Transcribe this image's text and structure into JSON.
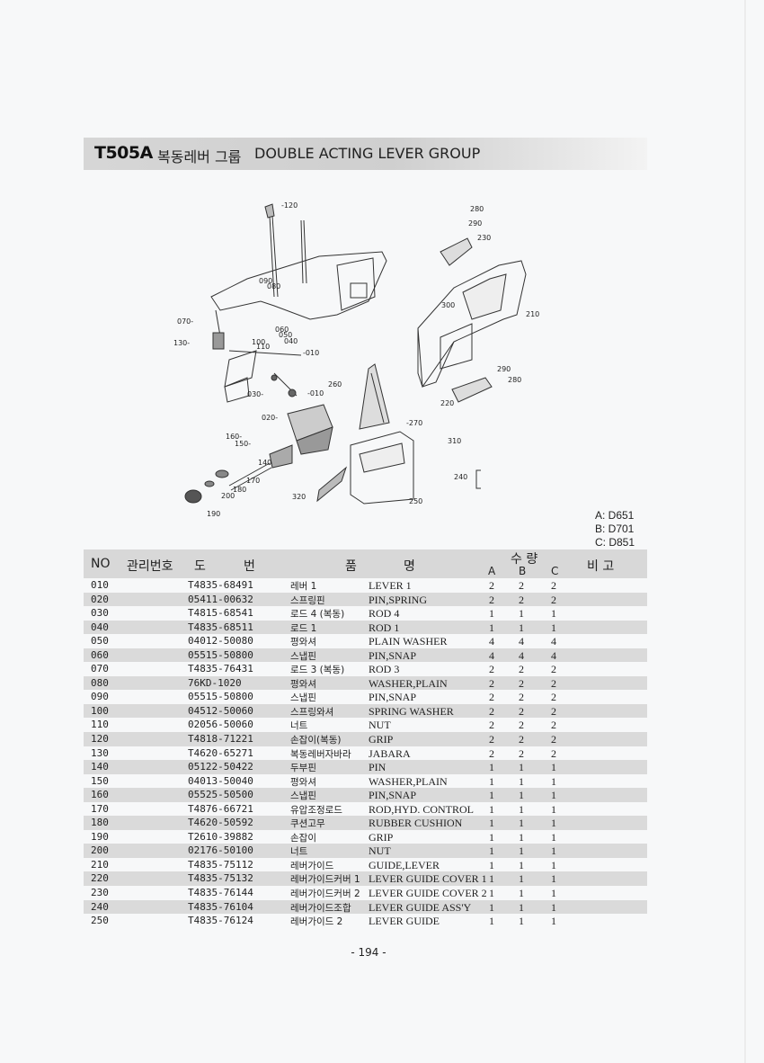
{
  "title": {
    "code": "T505A",
    "korean": "복동레버 그룹",
    "english": "DOUBLE ACTING LEVER GROUP"
  },
  "legend": [
    "A: D651",
    "B: D701",
    "C: D851"
  ],
  "table_header": {
    "no": "NO",
    "mgmt": "관리번호",
    "drawing_1": "도",
    "drawing_2": "번",
    "name_1": "품",
    "name_2": "명",
    "qty": "수 량",
    "qty_a": "A",
    "qty_b": "B",
    "qty_c": "C",
    "remarks": "비 고"
  },
  "rows": [
    {
      "no": "010",
      "part": "T4835-68491",
      "ko": "레버 1",
      "en": "LEVER 1",
      "a": "2",
      "b": "2",
      "c": "2"
    },
    {
      "no": "020",
      "part": "05411-00632",
      "ko": "스프링핀",
      "en": "PIN,SPRING",
      "a": "2",
      "b": "2",
      "c": "2"
    },
    {
      "no": "030",
      "part": "T4815-68541",
      "ko": "로드 4 (복동)",
      "en": "ROD 4",
      "a": "1",
      "b": "1",
      "c": "1"
    },
    {
      "no": "040",
      "part": "T4835-68511",
      "ko": "로드 1",
      "en": "ROD 1",
      "a": "1",
      "b": "1",
      "c": "1"
    },
    {
      "no": "050",
      "part": "04012-50080",
      "ko": "평와셔",
      "en": "PLAIN WASHER",
      "a": "4",
      "b": "4",
      "c": "4"
    },
    {
      "no": "060",
      "part": "05515-50800",
      "ko": "스냅핀",
      "en": "PIN,SNAP",
      "a": "4",
      "b": "4",
      "c": "4"
    },
    {
      "no": "070",
      "part": "T4835-76431",
      "ko": "로드 3 (복동)",
      "en": "ROD 3",
      "a": "2",
      "b": "2",
      "c": "2"
    },
    {
      "no": "080",
      "part": "76KD-1020",
      "ko": "평와셔",
      "en": "WASHER,PLAIN",
      "a": "2",
      "b": "2",
      "c": "2"
    },
    {
      "no": "090",
      "part": "05515-50800",
      "ko": "스냅핀",
      "en": "PIN,SNAP",
      "a": "2",
      "b": "2",
      "c": "2"
    },
    {
      "no": "100",
      "part": "04512-50060",
      "ko": "스프링와셔",
      "en": "SPRING WASHER",
      "a": "2",
      "b": "2",
      "c": "2"
    },
    {
      "no": "110",
      "part": "02056-50060",
      "ko": "너트",
      "en": "NUT",
      "a": "2",
      "b": "2",
      "c": "2"
    },
    {
      "no": "120",
      "part": "T4818-71221",
      "ko": "손잡이(복동)",
      "en": "GRIP",
      "a": "2",
      "b": "2",
      "c": "2"
    },
    {
      "no": "130",
      "part": "T4620-65271",
      "ko": "복동레버자바라",
      "en": "JABARA",
      "a": "2",
      "b": "2",
      "c": "2"
    },
    {
      "no": "140",
      "part": "05122-50422",
      "ko": "두부핀",
      "en": "PIN",
      "a": "1",
      "b": "1",
      "c": "1"
    },
    {
      "no": "150",
      "part": "04013-50040",
      "ko": "평와셔",
      "en": "WASHER,PLAIN",
      "a": "1",
      "b": "1",
      "c": "1"
    },
    {
      "no": "160",
      "part": "05525-50500",
      "ko": "스냅핀",
      "en": "PIN,SNAP",
      "a": "1",
      "b": "1",
      "c": "1"
    },
    {
      "no": "170",
      "part": "T4876-66721",
      "ko": "유압조정로드",
      "en": "ROD,HYD. CONTROL",
      "a": "1",
      "b": "1",
      "c": "1"
    },
    {
      "no": "180",
      "part": "T4620-50592",
      "ko": "쿠션고무",
      "en": "RUBBER CUSHION",
      "a": "1",
      "b": "1",
      "c": "1"
    },
    {
      "no": "190",
      "part": "T2610-39882",
      "ko": "손잡이",
      "en": "GRIP",
      "a": "1",
      "b": "1",
      "c": "1"
    },
    {
      "no": "200",
      "part": "02176-50100",
      "ko": "너트",
      "en": "NUT",
      "a": "1",
      "b": "1",
      "c": "1"
    },
    {
      "no": "210",
      "part": "T4835-75112",
      "ko": "레버가이드",
      "en": "GUIDE,LEVER",
      "a": "1",
      "b": "1",
      "c": "1"
    },
    {
      "no": "220",
      "part": "T4835-75132",
      "ko": "레버가이드커버 1",
      "en": "LEVER GUIDE COVER 1",
      "a": "1",
      "b": "1",
      "c": "1"
    },
    {
      "no": "230",
      "part": "T4835-76144",
      "ko": "레버가이드커버 2",
      "en": "LEVER GUIDE COVER 2",
      "a": "1",
      "b": "1",
      "c": "1"
    },
    {
      "no": "240",
      "part": "T4835-76104",
      "ko": "레버가이드조합",
      "en": "LEVER GUIDE ASS'Y",
      "a": "1",
      "b": "1",
      "c": "1"
    },
    {
      "no": "250",
      "part": "T4835-76124",
      "ko": "레버가이드 2",
      "en": "LEVER GUIDE",
      "a": "1",
      "b": "1",
      "c": "1"
    }
  ],
  "diagram_labels": [
    "120",
    "080",
    "090",
    "070",
    "130",
    "060",
    "050",
    "040",
    "100",
    "110",
    "010",
    "030",
    "020",
    "010",
    "160",
    "150",
    "140",
    "170",
    "180",
    "200",
    "190",
    "280",
    "290",
    "230",
    "300",
    "210",
    "260",
    "270",
    "290",
    "280",
    "220",
    "310",
    "240",
    "320",
    "250"
  ],
  "page_number": "- 194 -"
}
